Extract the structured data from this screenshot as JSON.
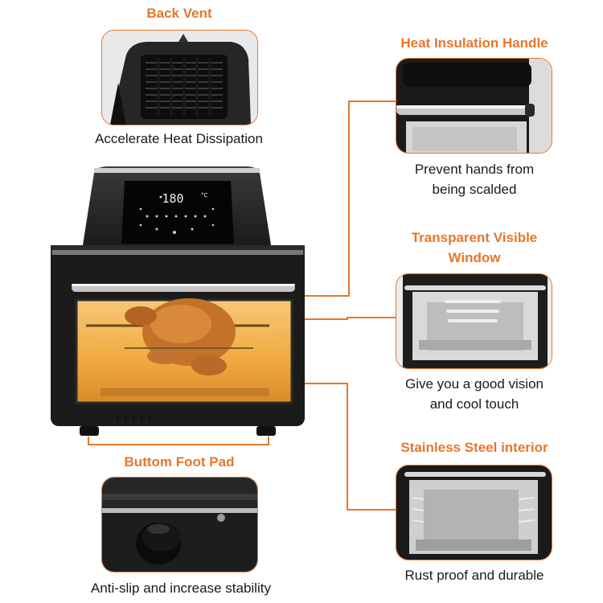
{
  "features": {
    "back_vent": {
      "title": "Back Vent",
      "description": "Accelerate Heat Dissipation"
    },
    "handle": {
      "title": "Heat Insulation Handle",
      "description_line1": "Prevent hands from",
      "description_line2": "being scalded"
    },
    "window": {
      "title_line1": "Transparent Visible",
      "title_line2": "Window",
      "description_line1": "Give you a good vision",
      "description_line2": "and cool touch"
    },
    "foot_pad": {
      "title": "Buttom Foot Pad",
      "description": "Anti-slip and increase stability"
    },
    "interior": {
      "title": "Stainless Steel interior",
      "description": "Rust proof and durable"
    }
  },
  "product": {
    "display_temperature": "180",
    "display_unit": "°C"
  },
  "colors": {
    "accent": "#e8762a",
    "oven_body": "#1c1c1c",
    "window_glow": "#f5b75a"
  }
}
